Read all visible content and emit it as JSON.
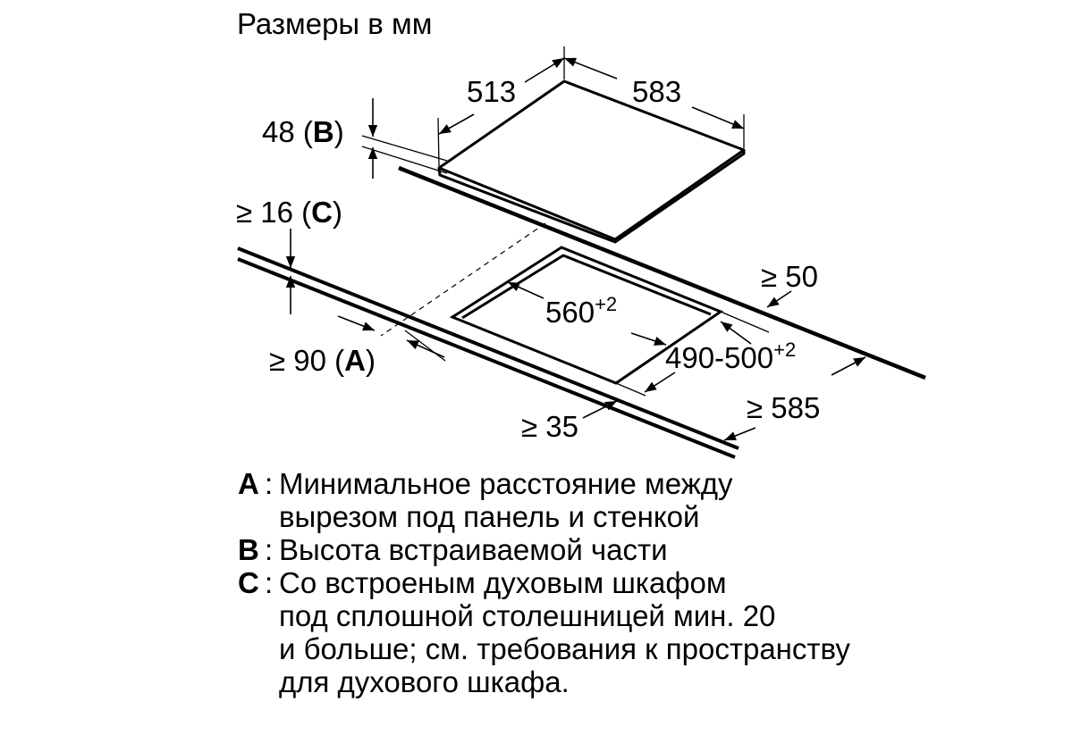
{
  "title": "Размеры в мм",
  "dimensions": {
    "depth": "513",
    "width": "583",
    "height_value": "48 (",
    "height_key": "B",
    "height_close": ")",
    "min_below_value": "≥ 16 (",
    "min_below_key": "C",
    "min_below_close": ")",
    "min_rear": "≥ 50",
    "cutout_width_base": "560",
    "cutout_width_tol": "+2",
    "cutout_depth_base": "490-500",
    "cutout_depth_tol": "+2",
    "min_wall_value": "≥ 90 (",
    "min_wall_key": "A",
    "min_wall_close": ")",
    "min_front": "≥ 35",
    "min_worktop": "≥ 585"
  },
  "legend": [
    {
      "key": "A",
      "colon": ":",
      "text": "Минимальное расстояние между\nвырезом под панель и стенкой"
    },
    {
      "key": "B",
      "colon": ":",
      "text": "Высота встраиваемой части"
    },
    {
      "key": "C",
      "colon": ":",
      "text": "Со встроеным духовым шкафом\nпод сплошной столешницей мин. 20\nи больше; см. требования к пространству\nдля духового шкафа."
    }
  ]
}
